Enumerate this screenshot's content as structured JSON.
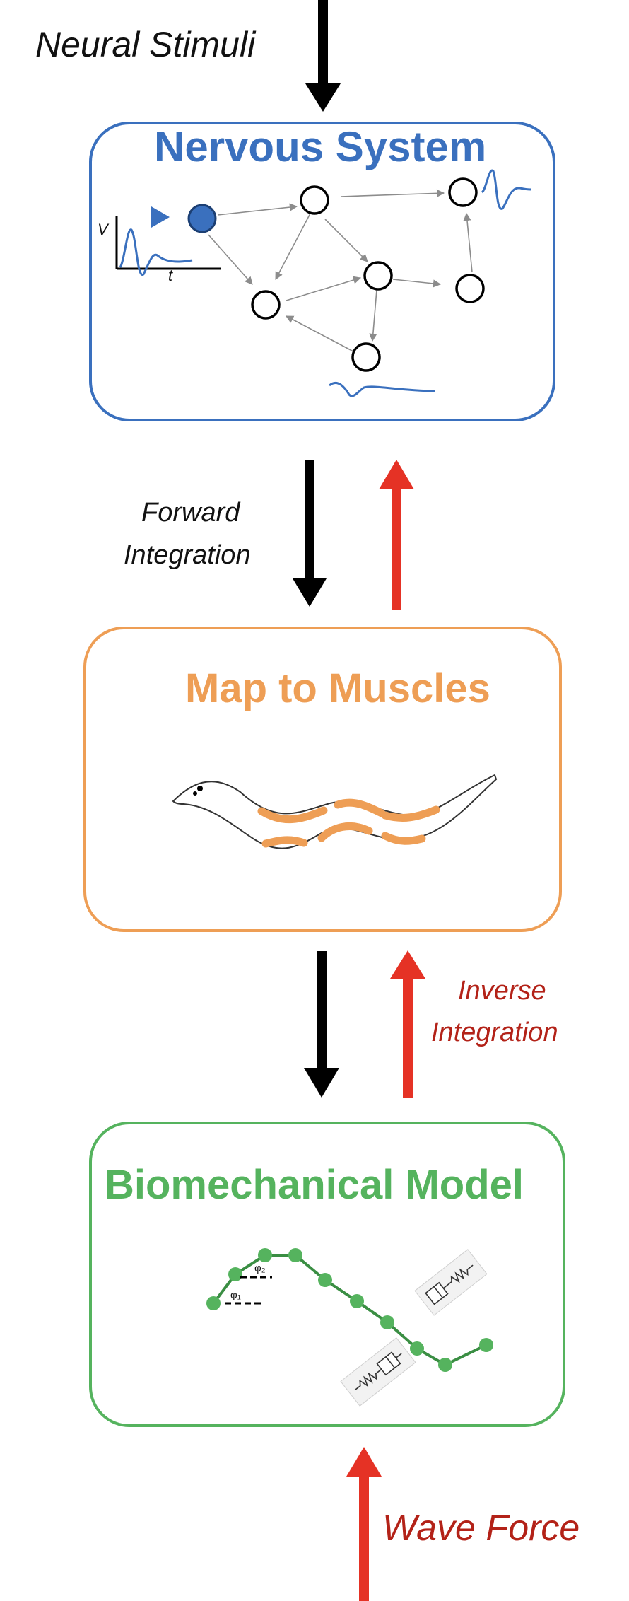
{
  "labels": {
    "neural_stimuli": "Neural Stimuli",
    "nervous_system": "Nervous System",
    "forward_line1": "Forward",
    "forward_line2": "Integration",
    "map_to_muscles": "Map to Muscles",
    "inverse_line1": "Inverse",
    "inverse_line2": "Integration",
    "biomechanical_model": "Biomechanical Model",
    "wave_force": "Wave Force",
    "axis_v": "V",
    "axis_t": "t",
    "phi1": "φ₁",
    "phi2": "φ₂"
  },
  "colors": {
    "nervous": "#3a70be",
    "muscles": "#ee9e55",
    "biomech": "#55b35e",
    "forward_arrow": "#000000",
    "inverse_arrow": "#e53225",
    "inverse_text": "#b32218",
    "neuron_active": "#3a70be"
  },
  "icons": {
    "input_neuron_marker": "play-triangle-icon",
    "worm": "worm-icon",
    "damper_spring": "spring-damper-icon"
  }
}
